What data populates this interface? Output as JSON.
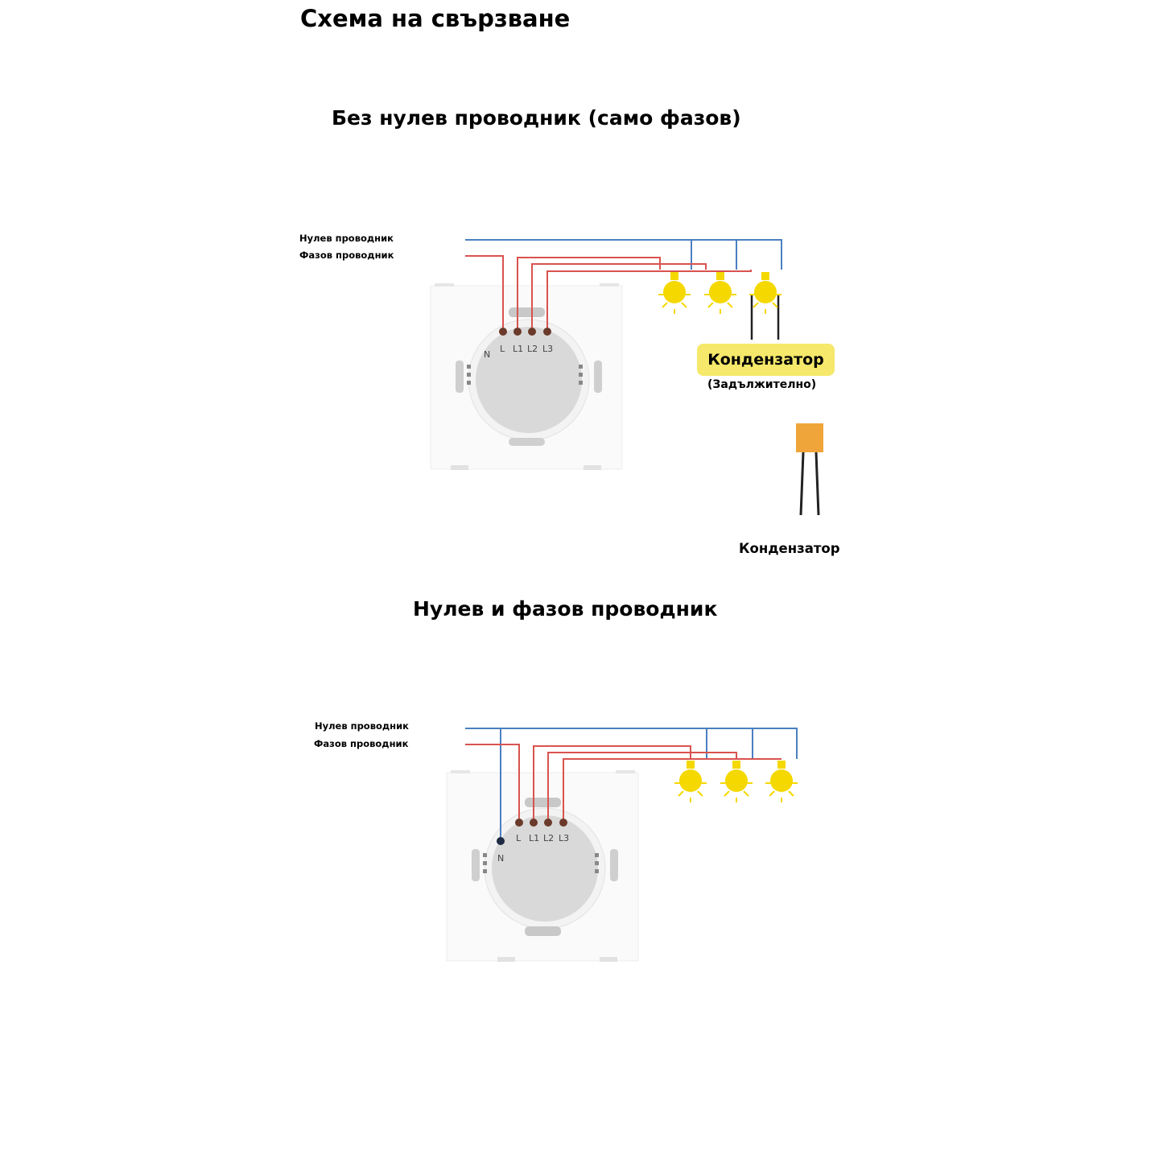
{
  "page": {
    "title": "Схема на свързване"
  },
  "section_no_neutral": {
    "title": "Без нулев проводник (само фазов)",
    "neutral_label": "Нулев проводник",
    "phase_label": "Фазов проводник",
    "terminals": [
      "N",
      "L",
      "L1",
      "L2",
      "L3"
    ],
    "capacitor_badge": "Кондензатор",
    "capacitor_note": "(Задължително)",
    "capacitor_caption": "Кондензатор"
  },
  "section_with_neutral": {
    "title": "Нулев и фазов проводник",
    "neutral_label": "Нулев проводник",
    "phase_label": "Фазов проводник",
    "terminals": [
      "N",
      "L",
      "L1",
      "L2",
      "L3"
    ]
  },
  "colors": {
    "neutral_wire": "#4a7fc1",
    "phase_wire": "#d9534f",
    "bulb": "#f5d800",
    "capacitor_badge": "#f5e86a",
    "capacitor_body": "#f0a53a",
    "terminal": "#6b3a2a"
  },
  "icons": [
    "light-bulb-icon",
    "capacitor-icon",
    "switch-module-icon"
  ]
}
